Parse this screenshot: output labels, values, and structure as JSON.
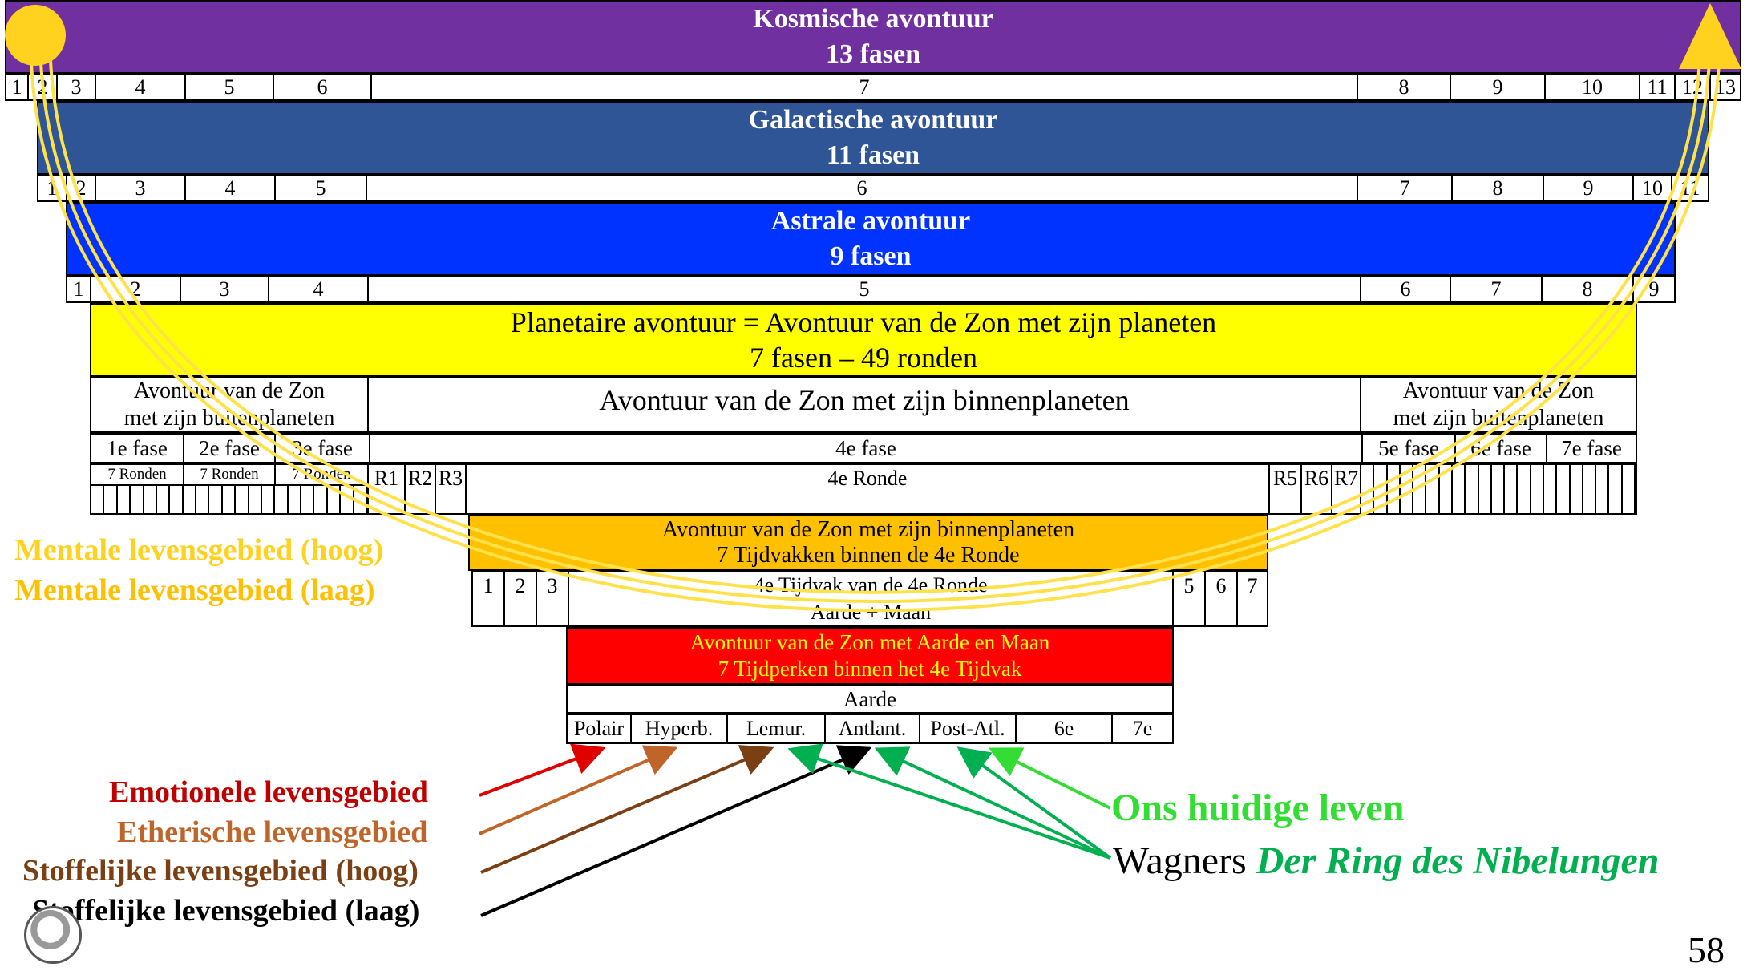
{
  "colors": {
    "cosmic": "#7030a0",
    "galactic": "#2f5597",
    "astral": "#0033ff",
    "planetary": "#ffff00",
    "inner": "#ffc000",
    "earthmoon": "#ff0000",
    "earthmoon_text": "#ffff00",
    "arc": "#ffe14a",
    "green": "#00cc33",
    "emotional": "#e00000",
    "etheric": "#c0652a",
    "physical_high": "#7b3f14",
    "mental": "#ffd21f"
  },
  "cosmic": {
    "title": "Kosmische avontuur",
    "subtitle": "13 fasen",
    "phases": [
      "1",
      "2",
      "3",
      "4",
      "5",
      "6",
      "7",
      "8",
      "9",
      "10",
      "11",
      "12",
      "13"
    ]
  },
  "galactic": {
    "title": "Galactische avontuur",
    "subtitle": "11 fasen",
    "phases": [
      "1",
      "2",
      "3",
      "4",
      "5",
      "6",
      "7",
      "8",
      "9",
      "10",
      "11"
    ]
  },
  "astral": {
    "title": "Astrale avontuur",
    "subtitle": "9 fasen",
    "phases": [
      "1",
      "2",
      "3",
      "4",
      "5",
      "6",
      "7",
      "8",
      "9"
    ]
  },
  "planetary": {
    "line1": "Planetaire avontuur = Avontuur van de Zon met zijn planeten",
    "line2": "7 fasen – 49 ronden"
  },
  "sun_outer_left": {
    "line1": "Avontuur van de Zon",
    "line2": "met zijn buitenplaneten"
  },
  "sun_inner": {
    "title": "Avontuur van de Zon met zijn binnenplaneten"
  },
  "sun_outer_right": {
    "line1": "Avontuur van de Zon",
    "line2": "met zijn buitenplaneten"
  },
  "fases": [
    "1e fase",
    "2e fase",
    "3e fase",
    "4e fase",
    "5e fase",
    "6e fase",
    "7e fase"
  ],
  "rondes_label": [
    "7 Ronden",
    "7 Ronden",
    "7 Ronden"
  ],
  "rondes": [
    "R1",
    "R2",
    "R3",
    "4e Ronde",
    "R5",
    "R6",
    "R7"
  ],
  "inner_box": {
    "line1": "Avontuur van de Zon met zijn binnenplaneten",
    "line2": "7 Tijdvakken binnen de 4e Ronde"
  },
  "tijdvakken": {
    "left": [
      "1",
      "2",
      "3"
    ],
    "center1": "4e Tijdvak van de 4e Ronde",
    "center2": "Aarde + Maan",
    "right": [
      "5",
      "6",
      "7"
    ]
  },
  "earthmoon_box": {
    "line1": "Avontuur van de Zon met Aarde en Maan",
    "line2": "7 Tijdperken binnen het 4e Tijdvak"
  },
  "aarde": "Aarde",
  "tijdperken": [
    "Polair",
    "Hyperb.",
    "Lemur.",
    "Antlant.",
    "Post-Atl.",
    "6e",
    "7e"
  ],
  "mental_high": "Mentale levensgebied (hoog)",
  "mental_low": "Mentale levensgebied (laag)",
  "emotional": "Emotionele levensgebied",
  "etheric": "Etherische levensgebied",
  "physical_high": "Stoffelijke levensgebied (hoog)",
  "physical_low": "Stoffelijke levensgebied (laag)",
  "current_life": "Ons huidige leven",
  "wagner_prefix": "Wagners",
  "wagner_title": "Der Ring des Nibelungen",
  "page_number": "58"
}
